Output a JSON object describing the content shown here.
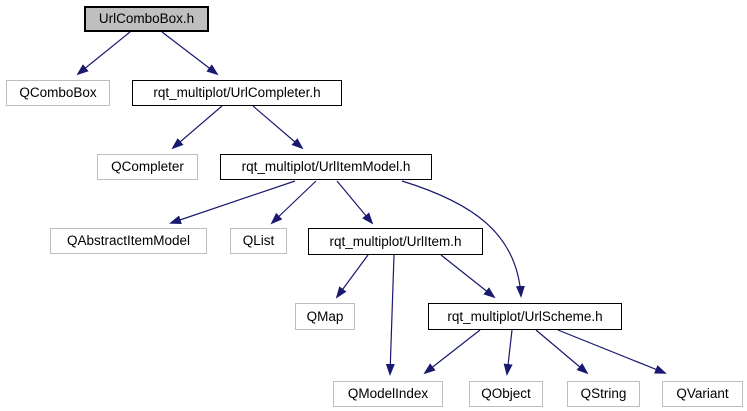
{
  "diagram": {
    "type": "include-dependency-graph",
    "root_file": "UrlComboBox.h"
  },
  "colors": {
    "edge": "#191970",
    "root_fill": "#bfbfbf",
    "node_fill": "#ffffff",
    "internal_border": "#000000",
    "external_border": "#bebebe",
    "text": "#000000",
    "background": "#ffffff"
  },
  "nodes": {
    "url_combobox_h": {
      "label": "UrlComboBox.h",
      "kind": "root"
    },
    "qcombobox": {
      "label": "QComboBox",
      "kind": "external"
    },
    "url_completer_h": {
      "label": "rqt_multiplot/UrlCompleter.h",
      "kind": "internal"
    },
    "qcompleter": {
      "label": "QCompleter",
      "kind": "external"
    },
    "url_item_model_h": {
      "label": "rqt_multiplot/UrlItemModel.h",
      "kind": "internal"
    },
    "qabstractitemmodel": {
      "label": "QAbstractItemModel",
      "kind": "external"
    },
    "qlist": {
      "label": "QList",
      "kind": "external"
    },
    "url_item_h": {
      "label": "rqt_multiplot/UrlItem.h",
      "kind": "internal"
    },
    "qmap": {
      "label": "QMap",
      "kind": "external"
    },
    "url_scheme_h": {
      "label": "rqt_multiplot/UrlScheme.h",
      "kind": "internal"
    },
    "qmodelindex": {
      "label": "QModelIndex",
      "kind": "external"
    },
    "qobject": {
      "label": "QObject",
      "kind": "external"
    },
    "qstring": {
      "label": "QString",
      "kind": "external"
    },
    "qvariant": {
      "label": "QVariant",
      "kind": "external"
    }
  },
  "edges": [
    {
      "from": "UrlComboBox.h",
      "to": "QComboBox"
    },
    {
      "from": "UrlComboBox.h",
      "to": "rqt_multiplot/UrlCompleter.h"
    },
    {
      "from": "rqt_multiplot/UrlCompleter.h",
      "to": "QCompleter"
    },
    {
      "from": "rqt_multiplot/UrlCompleter.h",
      "to": "rqt_multiplot/UrlItemModel.h"
    },
    {
      "from": "rqt_multiplot/UrlItemModel.h",
      "to": "QAbstractItemModel"
    },
    {
      "from": "rqt_multiplot/UrlItemModel.h",
      "to": "QList"
    },
    {
      "from": "rqt_multiplot/UrlItemModel.h",
      "to": "rqt_multiplot/UrlItem.h"
    },
    {
      "from": "rqt_multiplot/UrlItemModel.h",
      "to": "rqt_multiplot/UrlScheme.h"
    },
    {
      "from": "rqt_multiplot/UrlItem.h",
      "to": "QMap"
    },
    {
      "from": "rqt_multiplot/UrlItem.h",
      "to": "QModelIndex"
    },
    {
      "from": "rqt_multiplot/UrlItem.h",
      "to": "rqt_multiplot/UrlScheme.h"
    },
    {
      "from": "rqt_multiplot/UrlScheme.h",
      "to": "QModelIndex"
    },
    {
      "from": "rqt_multiplot/UrlScheme.h",
      "to": "QObject"
    },
    {
      "from": "rqt_multiplot/UrlScheme.h",
      "to": "QString"
    },
    {
      "from": "rqt_multiplot/UrlScheme.h",
      "to": "QVariant"
    }
  ]
}
